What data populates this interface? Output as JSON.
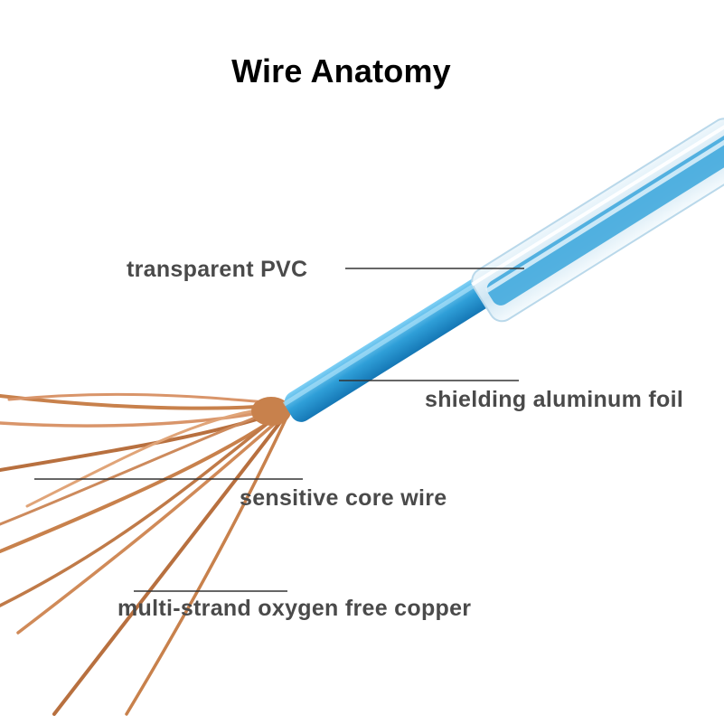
{
  "title": "Wire Anatomy",
  "labels": {
    "pvc": "transparent PVC",
    "foil": "shielding aluminum foil",
    "core": "sensitive core wire",
    "copper": "multi-strand oxygen free copper"
  },
  "colors": {
    "copper": "#c8814c",
    "foil": "#2f9fd8",
    "pvc": "#d9edf7",
    "leader_line": "#333333",
    "label_text": "#4a4a4a"
  }
}
